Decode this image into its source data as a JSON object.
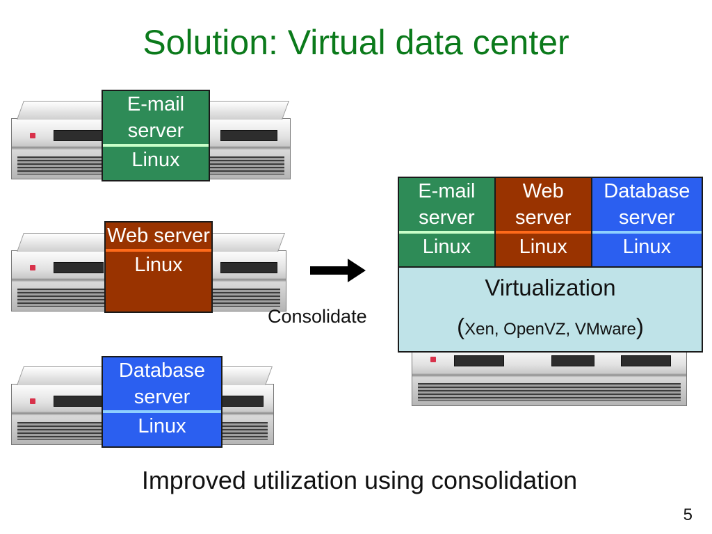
{
  "title": "Solution: Virtual data center",
  "servers": [
    {
      "app": "E-mail server",
      "os": "Linux"
    },
    {
      "app": "Web server",
      "os": "Linux"
    },
    {
      "app": "Database server",
      "os": "Linux"
    }
  ],
  "consolidate_label": "Consolidate",
  "virtual": {
    "stacks": [
      {
        "app": "E-mail server",
        "os": "Linux"
      },
      {
        "app": "Web server",
        "os": "Linux"
      },
      {
        "app": "Database server",
        "os": "Linux"
      }
    ],
    "layer_title": "Virtualization",
    "layer_technologies": "Xen, OpenVZ, VMware"
  },
  "caption": "Improved utilization using consolidation",
  "page_number": "5",
  "colors": {
    "title": "#0b7a1b",
    "email": "#2e8b57",
    "web": "#993300",
    "database": "#2b5ff0",
    "virtualization": "#bfe3e8"
  }
}
